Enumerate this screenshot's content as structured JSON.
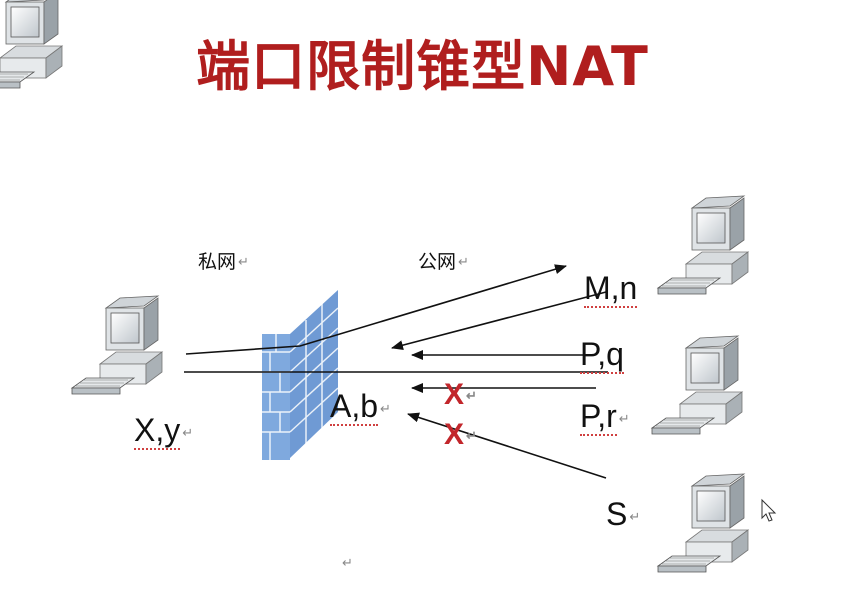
{
  "title": "端口限制锥型NAT",
  "zones": {
    "private": "私网",
    "public": "公网"
  },
  "addresses": {
    "internal_host": "X,y",
    "nat_mapping": "A,b",
    "server_1": "M,n",
    "server_2_port_q": "P,q",
    "server_2_port_r": "P,r",
    "server_3": "S"
  },
  "blocked_marks": [
    "X",
    "X"
  ],
  "return_mark": "↵"
}
